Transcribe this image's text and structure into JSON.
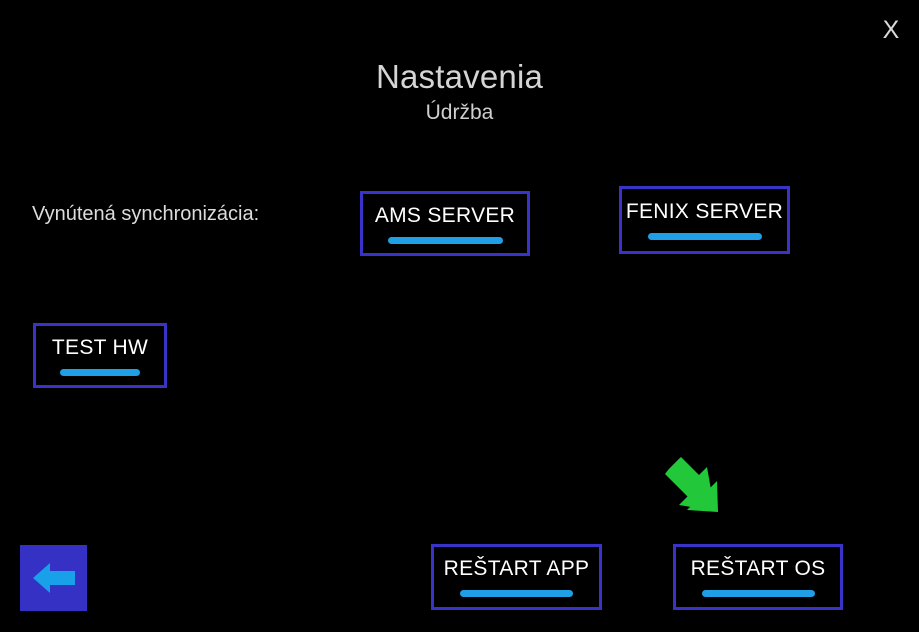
{
  "window": {
    "close_label": "X"
  },
  "header": {
    "title": "Nastavenia",
    "subtitle": "Údržba"
  },
  "sync_section": {
    "label": "Vynútená synchronizácia:",
    "buttons": [
      {
        "label": "AMS SERVER"
      },
      {
        "label": "FENIX SERVER"
      }
    ]
  },
  "hw_section": {
    "buttons": [
      {
        "label": "TEST HW"
      }
    ]
  },
  "restart_section": {
    "buttons": [
      {
        "label": "REŠTART APP"
      },
      {
        "label": "REŠTART OS"
      }
    ]
  },
  "navigation": {
    "back_icon": "back-arrow-icon"
  },
  "annotation": {
    "icon": "green-pointer-arrow-icon",
    "points_at": "REŠTART OS"
  },
  "colors": {
    "background": "#000000",
    "button_border": "#3a33c8",
    "underline": "#1f9fe6",
    "back_button_fill": "#3531c4",
    "back_arrow": "#18a0e8",
    "annotation_arrow": "#22c839",
    "text": "#ffffff",
    "title_text": "#d5d5d5"
  }
}
